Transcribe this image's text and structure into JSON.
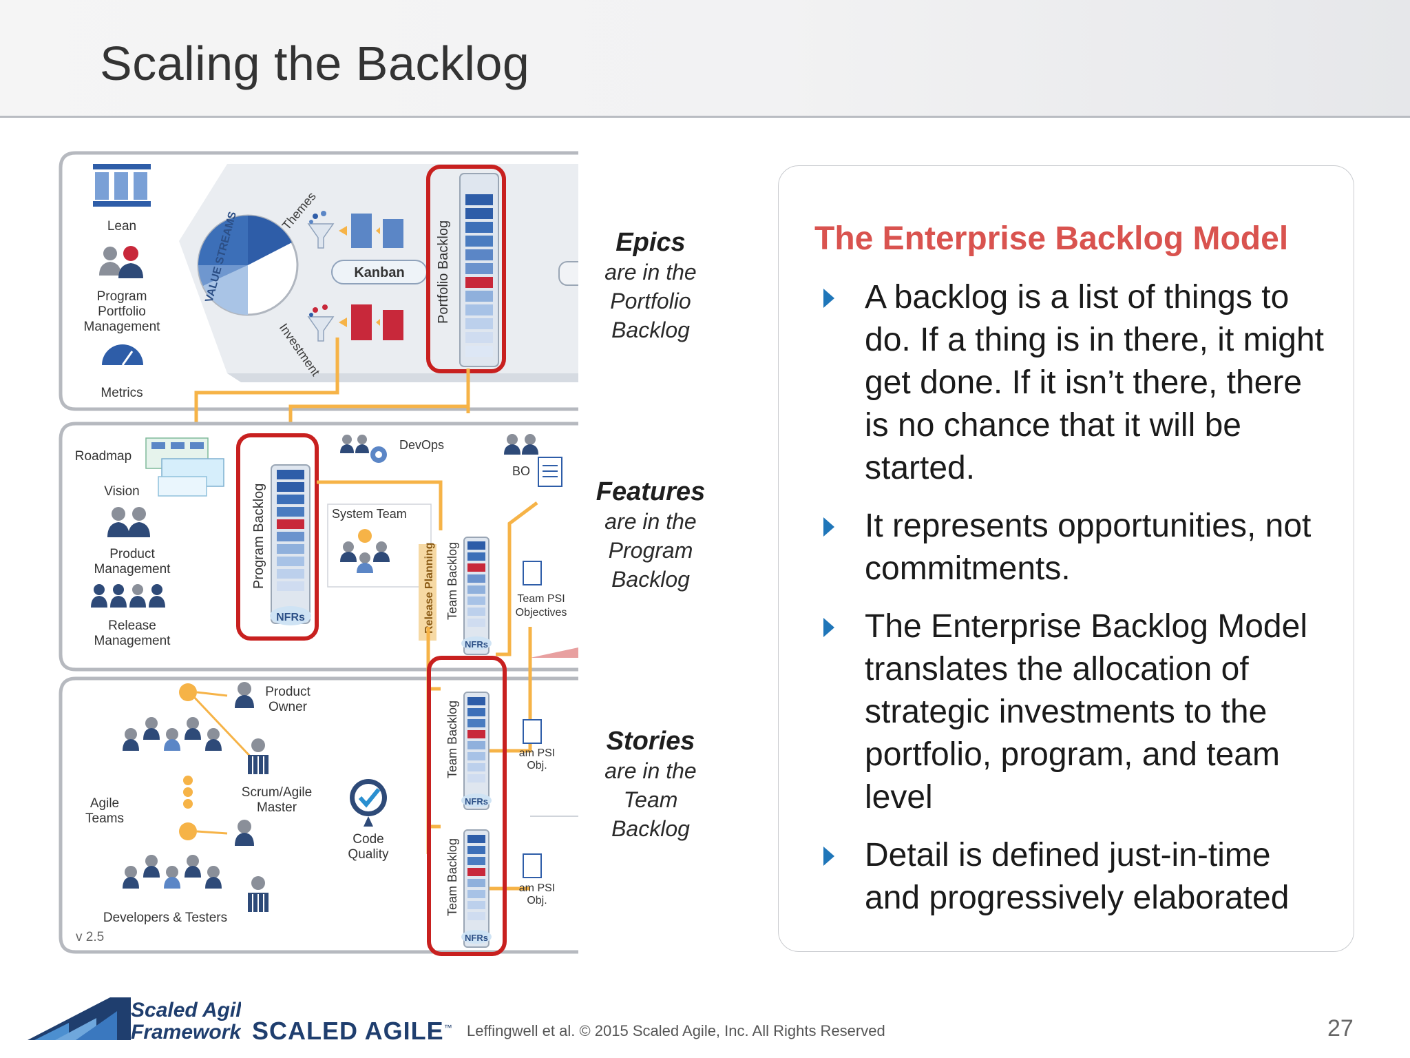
{
  "slide": {
    "title": "Scaling the Backlog",
    "page_number": "27",
    "copyright": "Leffingwell et al. © 2015 Scaled Agile, Inc. All Rights Reserved"
  },
  "logos": {
    "framework_line1": "Scaled Agile",
    "framework_line2": "Framework",
    "company": "SCALED AGILE",
    "tm": "™"
  },
  "diagram": {
    "portfolio": {
      "lean": "Lean",
      "ppm_1": "Program",
      "ppm_2": "Portfolio",
      "ppm_3": "Management",
      "metrics": "Metrics",
      "value_streams": "VALUE STREAMS",
      "themes": "Themes",
      "investment": "Investment",
      "kanban": "Kanban",
      "portfolio_backlog": "Portfolio Backlog"
    },
    "program": {
      "roadmap": "Roadmap",
      "vision": "Vision",
      "pm_1": "Product",
      "pm_2": "Management",
      "rm_1": "Release",
      "rm_2": "Management",
      "program_backlog": "Program Backlog",
      "nfrs": "NFRs",
      "devops": "DevOps",
      "system_team": "System Team",
      "release_planning": "Release Planning",
      "team_backlog": "Team Backlog",
      "bo": "BO",
      "psi_1": "Team PSI",
      "psi_2": "Objectives"
    },
    "team": {
      "po_1": "Product",
      "po_2": "Owner",
      "sm_1": "Scrum/Agile",
      "sm_2": "Master",
      "agile_1": "Agile",
      "agile_2": "Teams",
      "cq_1": "Code",
      "cq_2": "Quality",
      "devs": "Developers & Testers",
      "version": "v 2.5",
      "team_backlog": "Team Backlog",
      "nfrs": "NFRs",
      "psi_obj_1": "am PSI",
      "psi_obj_2": "Obj."
    }
  },
  "callouts": [
    {
      "heading": "Epics",
      "line1": "are in the",
      "line2": "Portfolio",
      "line3": "Backlog"
    },
    {
      "heading": "Features",
      "line1": "are in the",
      "line2": "Program",
      "line3": "Backlog"
    },
    {
      "heading": "Stories",
      "line1": "are in the",
      "line2": "Team",
      "line3": "Backlog"
    }
  ],
  "card": {
    "title": "The Enterprise Backlog Model",
    "bullets": [
      "A backlog is a list of things to do. If a thing is in there, it might get done. If it isn’t there, there is no chance that it will be started.",
      "It represents opportunities, not commitments.",
      "The Enterprise Backlog Model translates the allocation of strategic investments to the portfolio, program, and team level",
      "Detail is defined just-in-time and progressively elaborated"
    ]
  },
  "colors": {
    "title_text": "#333333",
    "card_title": "#d9534f",
    "bullet_arrow": "#1f76b9",
    "highlight_box": "#c8201f",
    "flow_arrow": "#f6b347",
    "backlog_dark": "#2e5da8",
    "backlog_red": "#c8283a"
  }
}
